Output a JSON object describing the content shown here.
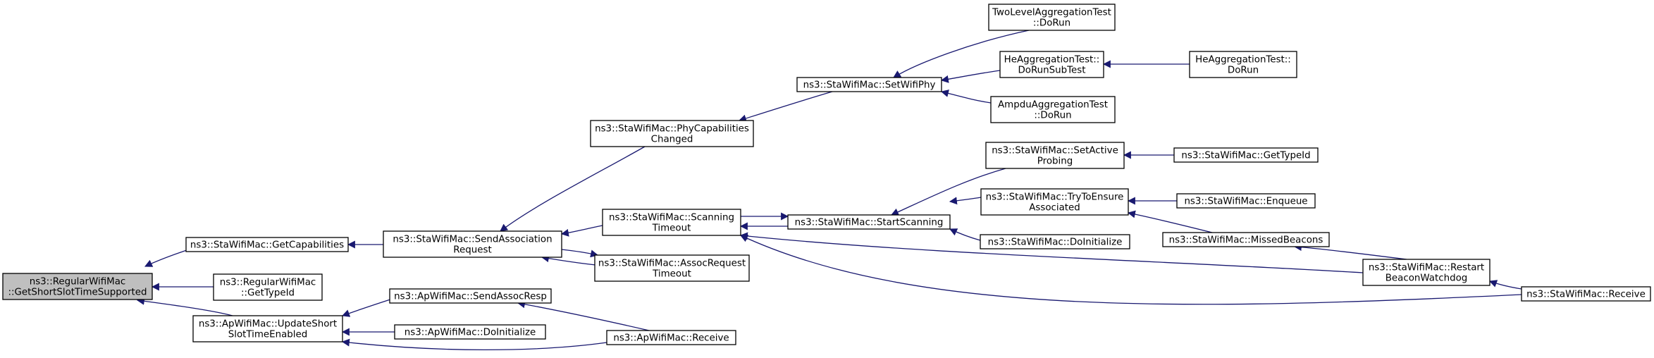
{
  "nodes": [
    {
      "id": "root",
      "lines": [
        "ns3::RegularWifiMac",
        "::GetShortSlotTimeSupported"
      ],
      "root": true
    },
    {
      "id": "getcap",
      "lines": [
        "ns3::StaWifiMac::GetCapabilities"
      ]
    },
    {
      "id": "rwm_gettypeid",
      "lines": [
        "ns3::RegularWifiMac",
        "::GetTypeId"
      ]
    },
    {
      "id": "upd_short",
      "lines": [
        "ns3::ApWifiMac::UpdateShort",
        "SlotTimeEnabled"
      ]
    },
    {
      "id": "send_assoc_req",
      "lines": [
        "ns3::StaWifiMac::SendAssociation",
        "Request"
      ]
    },
    {
      "id": "send_assoc_resp",
      "lines": [
        "ns3::ApWifiMac::SendAssocResp"
      ]
    },
    {
      "id": "ap_doinit",
      "lines": [
        "ns3::ApWifiMac::DoInitialize"
      ]
    },
    {
      "id": "ap_receive",
      "lines": [
        "ns3::ApWifiMac::Receive"
      ]
    },
    {
      "id": "phycap",
      "lines": [
        "ns3::StaWifiMac::PhyCapabilities",
        "Changed"
      ]
    },
    {
      "id": "scan_timeout",
      "lines": [
        "ns3::StaWifiMac::Scanning",
        "Timeout"
      ]
    },
    {
      "id": "assoc_timeout",
      "lines": [
        "ns3::StaWifiMac::AssocRequest",
        "Timeout"
      ]
    },
    {
      "id": "setwifiphy",
      "lines": [
        "ns3::StaWifiMac::SetWifiPhy"
      ]
    },
    {
      "id": "startscan",
      "lines": [
        "ns3::StaWifiMac::StartScanning"
      ]
    },
    {
      "id": "twolevel",
      "lines": [
        "TwoLevelAggregationTest",
        "::DoRun"
      ]
    },
    {
      "id": "he_subtest",
      "lines": [
        "HeAggregationTest::",
        "DoRunSubTest"
      ]
    },
    {
      "id": "ampdu",
      "lines": [
        "AmpduAggregationTest",
        "::DoRun"
      ]
    },
    {
      "id": "setactive",
      "lines": [
        "ns3::StaWifiMac::SetActive",
        "Probing"
      ]
    },
    {
      "id": "trytoensure",
      "lines": [
        "ns3::StaWifiMac::TryToEnsure",
        "Associated"
      ]
    },
    {
      "id": "sta_doinit",
      "lines": [
        "ns3::StaWifiMac::DoInitialize"
      ]
    },
    {
      "id": "he_dorun",
      "lines": [
        "HeAggregationTest::",
        "DoRun"
      ]
    },
    {
      "id": "sta_gettypeid",
      "lines": [
        "ns3::StaWifiMac::GetTypeId"
      ]
    },
    {
      "id": "enqueue",
      "lines": [
        "ns3::StaWifiMac::Enqueue"
      ]
    },
    {
      "id": "missed",
      "lines": [
        "ns3::StaWifiMac::MissedBeacons"
      ]
    },
    {
      "id": "restart_bw",
      "lines": [
        "ns3::StaWifiMac::Restart",
        "BeaconWatchdog"
      ]
    },
    {
      "id": "sta_receive",
      "lines": [
        "ns3::StaWifiMac::Receive"
      ]
    }
  ],
  "edges": [
    {
      "from": "getcap",
      "to": "root"
    },
    {
      "from": "rwm_gettypeid",
      "to": "root"
    },
    {
      "from": "upd_short",
      "to": "root"
    },
    {
      "from": "send_assoc_req",
      "to": "getcap"
    },
    {
      "from": "send_assoc_resp",
      "to": "upd_short"
    },
    {
      "from": "ap_doinit",
      "to": "upd_short"
    },
    {
      "from": "ap_receive",
      "to": "upd_short"
    },
    {
      "from": "ap_receive",
      "to": "send_assoc_resp"
    },
    {
      "from": "phycap",
      "to": "send_assoc_req"
    },
    {
      "from": "scan_timeout",
      "to": "send_assoc_req"
    },
    {
      "from": "assoc_timeout",
      "to": "send_assoc_req"
    },
    {
      "from": "send_assoc_req",
      "to": "assoc_timeout"
    },
    {
      "from": "setwifiphy",
      "to": "phycap"
    },
    {
      "from": "startscan",
      "to": "scan_timeout"
    },
    {
      "from": "scan_timeout",
      "to": "startscan"
    },
    {
      "from": "restart_bw",
      "to": "scan_timeout"
    },
    {
      "from": "sta_receive",
      "to": "scan_timeout"
    },
    {
      "from": "twolevel",
      "to": "setwifiphy"
    },
    {
      "from": "he_subtest",
      "to": "setwifiphy"
    },
    {
      "from": "ampdu",
      "to": "setwifiphy"
    },
    {
      "from": "setactive",
      "to": "startscan"
    },
    {
      "from": "trytoensure",
      "to": "startscan"
    },
    {
      "from": "sta_doinit",
      "to": "startscan"
    },
    {
      "from": "he_dorun",
      "to": "he_subtest"
    },
    {
      "from": "sta_gettypeid",
      "to": "setactive"
    },
    {
      "from": "enqueue",
      "to": "trytoensure"
    },
    {
      "from": "missed",
      "to": "trytoensure"
    },
    {
      "from": "restart_bw",
      "to": "missed"
    },
    {
      "from": "sta_receive",
      "to": "restart_bw"
    }
  ]
}
